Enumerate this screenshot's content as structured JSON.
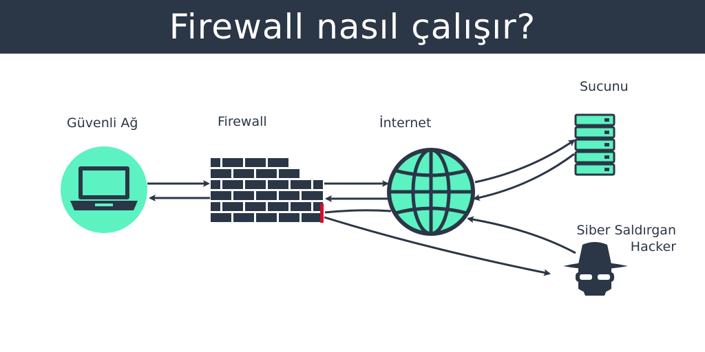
{
  "title": "Firewall nasıl çalışır?",
  "labels": {
    "secure_network": "Güvenli Ağ",
    "firewall": "Firewall",
    "internet": "İnternet",
    "server": "Sucunu",
    "attacker_line1": "Siber Saldırgan",
    "attacker_line2": "Hacker"
  },
  "icons": {
    "laptop": "laptop-icon",
    "wall": "brick-wall-icon",
    "globe": "globe-icon",
    "server": "server-icon",
    "hacker": "hacker-icon"
  },
  "colors": {
    "header_bg": "#2b3646",
    "accent": "#5cf2c1",
    "dark": "#2b3646",
    "blocked": "#d0102a"
  }
}
